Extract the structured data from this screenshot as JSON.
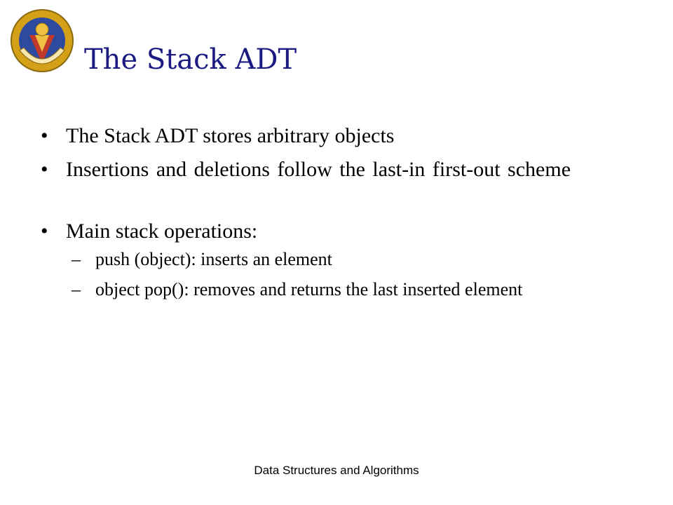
{
  "slide": {
    "title": "The Stack ADT",
    "bullets": [
      "The Stack ADT stores arbitrary objects",
      "Insertions and deletions follow the last-in first-out scheme",
      "Main stack operations:"
    ],
    "bullet_marker": "•",
    "sub_marker": "–",
    "sub_bullets": [
      "push (object): inserts an element",
      "object pop(): removes and returns the last inserted element"
    ],
    "footer": "Data Structures and Algorithms"
  },
  "logo": {
    "icon": "university-crest-icon",
    "colors": {
      "gold": "#d4a017",
      "blue": "#2b4aa0",
      "red": "#c0392b",
      "navy": "#1a1a80"
    }
  }
}
